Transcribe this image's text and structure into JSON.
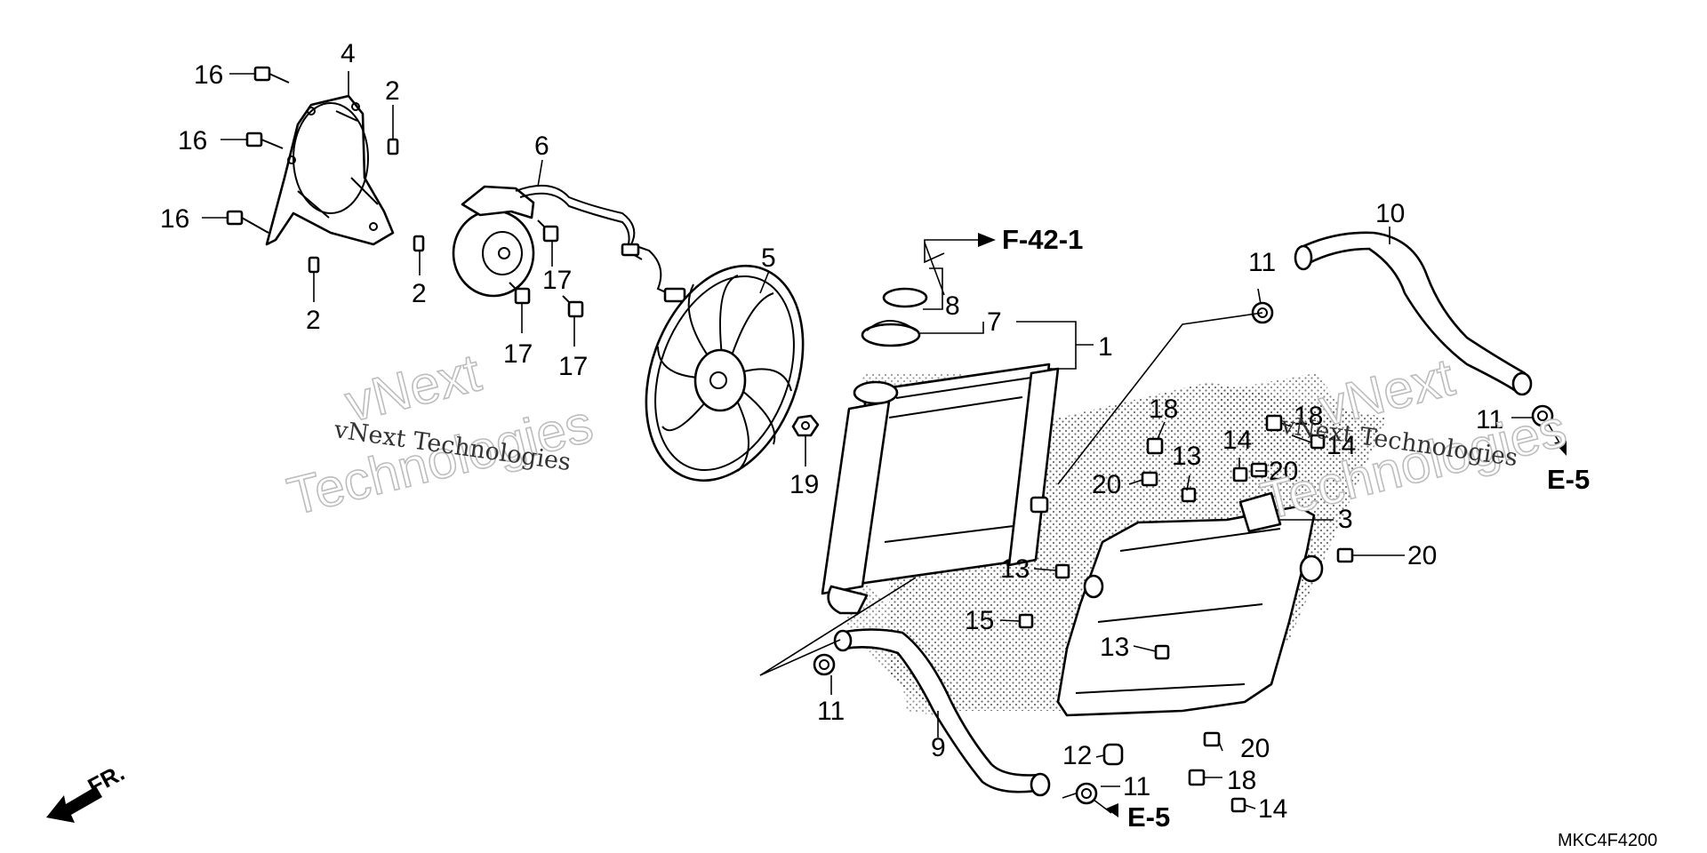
{
  "callouts": {
    "c1": "1",
    "c2a": "2",
    "c2b": "2",
    "c2c": "2",
    "c3": "3",
    "c4": "4",
    "c5": "5",
    "c6": "6",
    "c7": "7",
    "c8": "8",
    "c9": "9",
    "c10": "10",
    "c11a": "11",
    "c11b": "11",
    "c11c": "11",
    "c11d": "11",
    "c12": "12",
    "c13a": "13",
    "c13b": "13",
    "c13c": "13",
    "c14a": "14",
    "c14b": "14",
    "c14c": "14",
    "c15": "15",
    "c16a": "16",
    "c16b": "16",
    "c16c": "16",
    "c17a": "17",
    "c17b": "17",
    "c17c": "17",
    "c18a": "18",
    "c18b": "18",
    "c18c": "18",
    "c19": "19",
    "c20a": "20",
    "c20b": "20",
    "c20c": "20",
    "c20d": "20"
  },
  "references": {
    "frame_ref": "F-42-1",
    "engine_ref_right": "E-5",
    "engine_ref_bottom": "E-5"
  },
  "front_indicator": "FR.",
  "diagram_code": "MKC4F4200",
  "watermarks": {
    "left_line1": "vNext",
    "left_line2": "Technologies",
    "left_caption": "vNext Technologies",
    "right_line1": "vNext",
    "right_line2": "Technologies",
    "right_caption": "vNext Technologies"
  }
}
